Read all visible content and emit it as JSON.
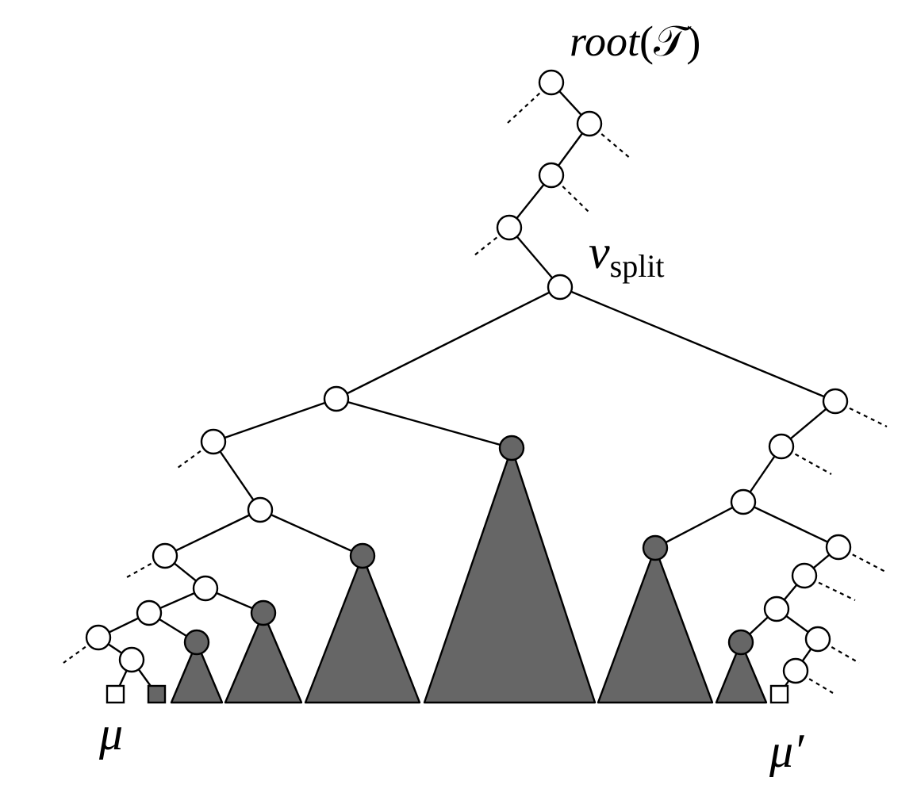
{
  "labels": {
    "root_prefix": "root",
    "root_paren_open": "(",
    "root_symbol": "𝒯",
    "root_paren_close": ")",
    "split_letter": "v",
    "split_sub": "split",
    "mu": "μ",
    "mu_prime": "μ′"
  },
  "colors": {
    "stroke": "#000000",
    "open_node_fill": "#ffffff",
    "filled_node_fill": "#666666",
    "subtree_fill": "#666666"
  }
}
